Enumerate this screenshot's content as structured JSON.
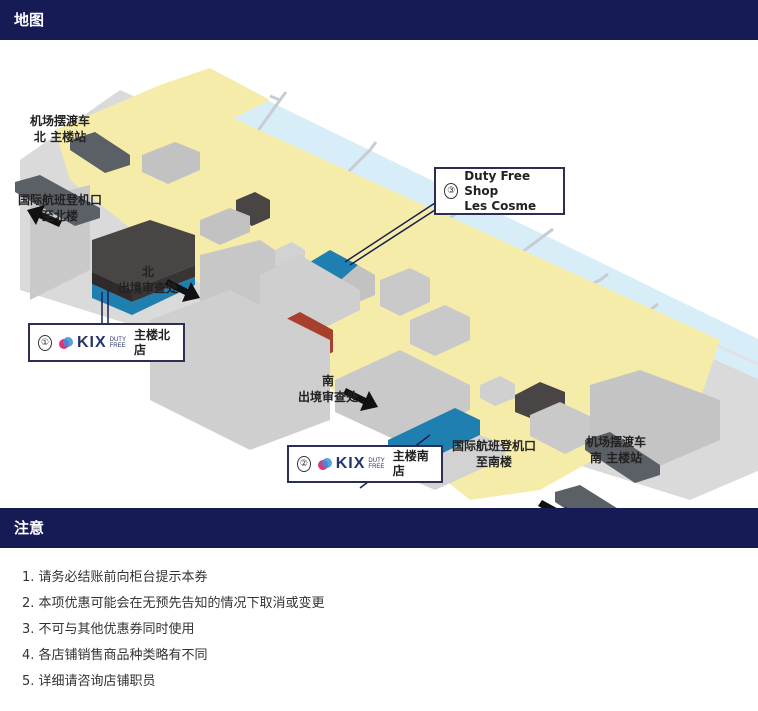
{
  "map_section": {
    "title": "地图"
  },
  "labels": {
    "shuttle_north": [
      "机场摆渡车",
      "北 主楼站"
    ],
    "intl_north": [
      "国际航班登机口",
      "至北楼"
    ],
    "exit_north": [
      "北",
      "出境审查处"
    ],
    "exit_south": [
      "南",
      "出境审查处"
    ],
    "intl_south": [
      "国际航班登机口",
      "至南楼"
    ],
    "shuttle_south": [
      "机场摆渡车",
      "南 主楼站"
    ]
  },
  "stores": [
    {
      "number": "①",
      "brand": "KIX",
      "brand_sub": [
        "DUTY",
        "FREE"
      ],
      "name": "主楼北店"
    },
    {
      "number": "②",
      "brand": "KIX",
      "brand_sub": [
        "DUTY",
        "FREE"
      ],
      "name": "主楼南店"
    },
    {
      "number": "③",
      "name_lines": [
        "Duty Free Shop",
        "Les Cosme"
      ]
    }
  ],
  "notes_section": {
    "title": "注意",
    "items": [
      "1. 请务必结账前向柜台提示本券",
      "2. 本项优惠可能会在无预先告知的情况下取消或变更",
      "3. 不可与其他优惠券同时使用",
      "4. 各店铺销售商品种类略有不同",
      "5. 详细请咨询店铺职员"
    ]
  },
  "colors": {
    "header_bg": "#161a55",
    "corridor": "#f5ecaa",
    "store_blue": "#1f7fb0",
    "building_dark": "#4a4545",
    "building_red": "#a8402e",
    "runway_blue": "#d7eef8"
  }
}
